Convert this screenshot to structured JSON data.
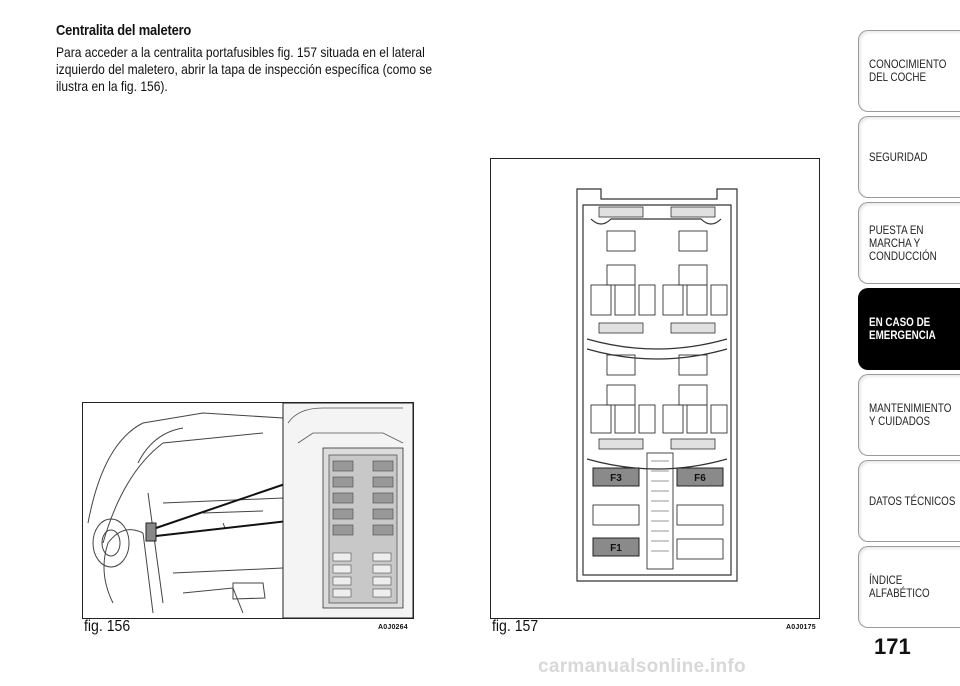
{
  "section": {
    "title": "Centralita del maletero",
    "paragraph": "Para acceder a la centralita portafusibles fig. 157 situada en el lateral izquierdo del maletero, abrir la tapa de inspección específica (como se ilustra en la fig. 156)."
  },
  "figures": [
    {
      "caption": "fig. 156",
      "code": "A0J0264"
    },
    {
      "caption": "fig. 157",
      "code": "A0J0175",
      "fuse_labels": [
        "F3",
        "F6",
        "F1"
      ]
    }
  ],
  "nav_tabs": [
    {
      "label": "CONOCIMIENTO DEL COCHE",
      "active": false
    },
    {
      "label": "SEGURIDAD",
      "active": false
    },
    {
      "label": "PUESTA EN MARCHA Y CONDUCCIÓN",
      "active": false
    },
    {
      "label": "EN CASO DE EMERGENCIA",
      "active": true
    },
    {
      "label": "MANTENIMIENTO Y CUIDADOS",
      "active": false
    },
    {
      "label": "DATOS TÉCNICOS",
      "active": false
    },
    {
      "label": "ÍNDICE ALFABÉTICO",
      "active": false
    }
  ],
  "page_number": "171",
  "watermark": "carmanualsonline.info",
  "colors": {
    "active_tab": "#000000",
    "tab_border": "#9a9a9a",
    "watermark": "#d8d8d8"
  }
}
